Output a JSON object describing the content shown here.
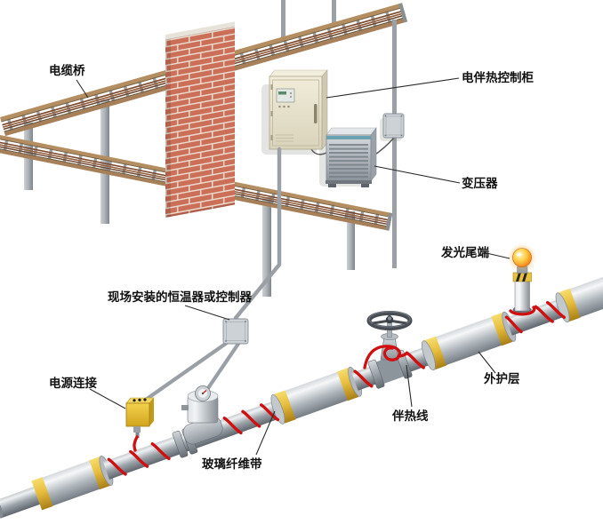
{
  "diagram": {
    "labels": {
      "cable_bridge": "电缆桥",
      "control_cabinet": "电伴热控制柜",
      "transformer": "变压器",
      "glowing_end": "发光尾端",
      "field_thermostat": "现场安装的恒温器或控制器",
      "power_connection": "电源连接",
      "glass_fiber_tape": "玻璃纤维带",
      "heat_trace_cable": "伴热线",
      "outer_jacket": "外护层"
    },
    "colors": {
      "heat_trace_red": "#d01010",
      "brick": "#cb6f58",
      "cabinet_beige": "#e9e4d2",
      "insulation_band_yellow": "#e7bd3c",
      "pipe_gray": "#9aa2a8",
      "glow_orange": "#f59424"
    }
  }
}
